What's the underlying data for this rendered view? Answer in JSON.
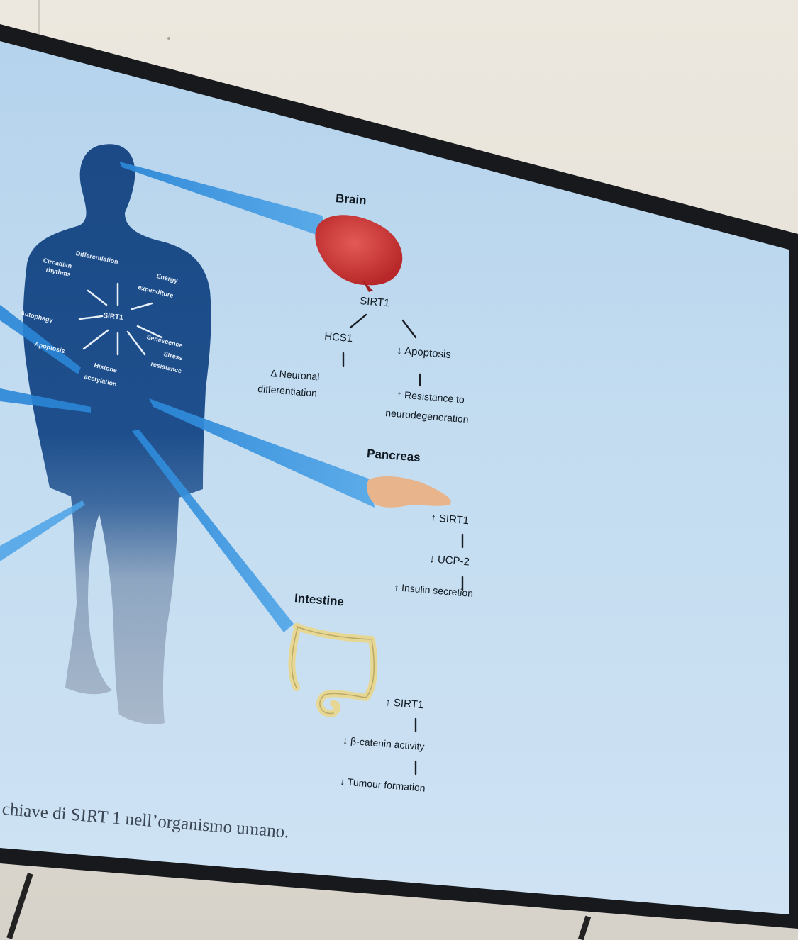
{
  "slide": {
    "organs": {
      "brain": "Brain",
      "pancreas": "Pancreas",
      "intestine": "Intestine"
    },
    "body_center": "SIRT1",
    "body_functions": [
      "Differentiation",
      "Circadian",
      "rhythms",
      "Energy",
      "expenditure",
      "Autophagy",
      "Senescence",
      "Apoptosis",
      "Stress",
      "resistance",
      "Histone",
      "acetylation"
    ],
    "brain_pathway": {
      "sirt1": "SIRT1",
      "hcs1": "HCS1",
      "neuronal_1": "Δ Neuronal",
      "neuronal_2": "differentiation",
      "apoptosis": "↓ Apoptosis",
      "resistance_1": "↑ Resistance to",
      "resistance_2": "neurodegeneration"
    },
    "pancreas_pathway": {
      "sirt1": "↑ SIRT1",
      "ucp2": "↓ UCP-2",
      "insulin": "↑ Insulin secretion"
    },
    "intestine_pathway": {
      "sirt1": "↑ SIRT1",
      "catenin": "↓ β-catenin activity",
      "tumour": "↓ Tumour formation"
    },
    "caption": "chiave di SIRT 1 nell’organismo umano."
  },
  "colors": {
    "screen": "#c3dcf0",
    "silhouette": "#1e4f8c",
    "beam": "#2a86d6",
    "brain": "#d23a3a",
    "pancreas": "#e8b48c",
    "intestine": "#e9dc9c",
    "bezel": "#17191c"
  }
}
